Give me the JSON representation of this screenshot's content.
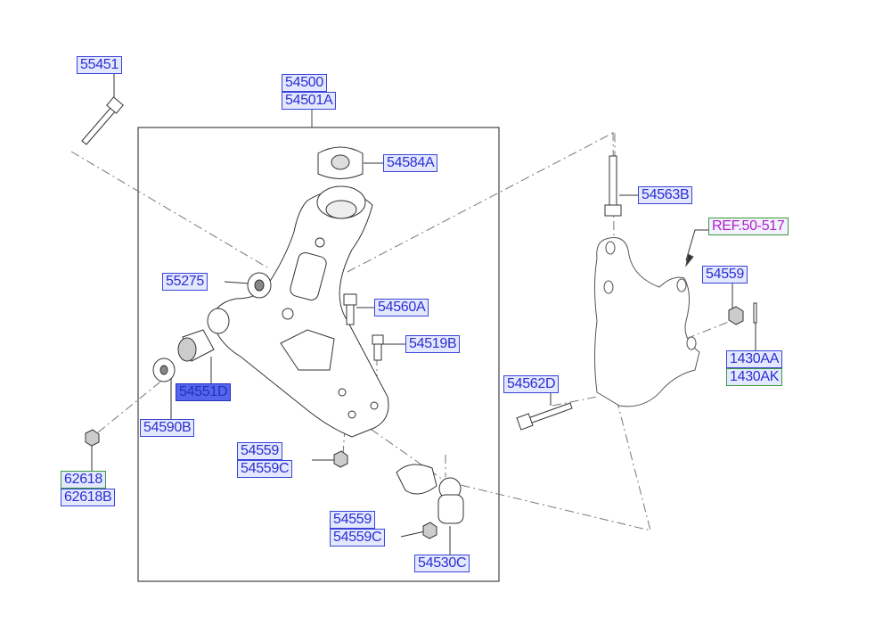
{
  "diagram": {
    "labels": {
      "p55451": "55451",
      "p54500": "54500",
      "p54501A": "54501A",
      "p54584A": "54584A",
      "p54563B": "54563B",
      "ref": "REF.50-517",
      "p55275": "55275",
      "p54560A": "54560A",
      "p54519B": "54519B",
      "p54559_r": "54559",
      "p54551D": "54551D",
      "p54562D": "54562D",
      "p1430AA": "1430AA",
      "p1430AK": "1430AK",
      "p54590B": "54590B",
      "p54559_a": "54559",
      "p54559C_a": "54559C",
      "p62618": "62618",
      "p62618B": "62618B",
      "p54559_b": "54559",
      "p54559C_b": "54559C",
      "p54530C": "54530C"
    },
    "colors": {
      "label_text": "#2b2fd0",
      "label_border": "#3a44d8",
      "ref_text": "#b020c8",
      "highlight": "#5566ee"
    }
  }
}
